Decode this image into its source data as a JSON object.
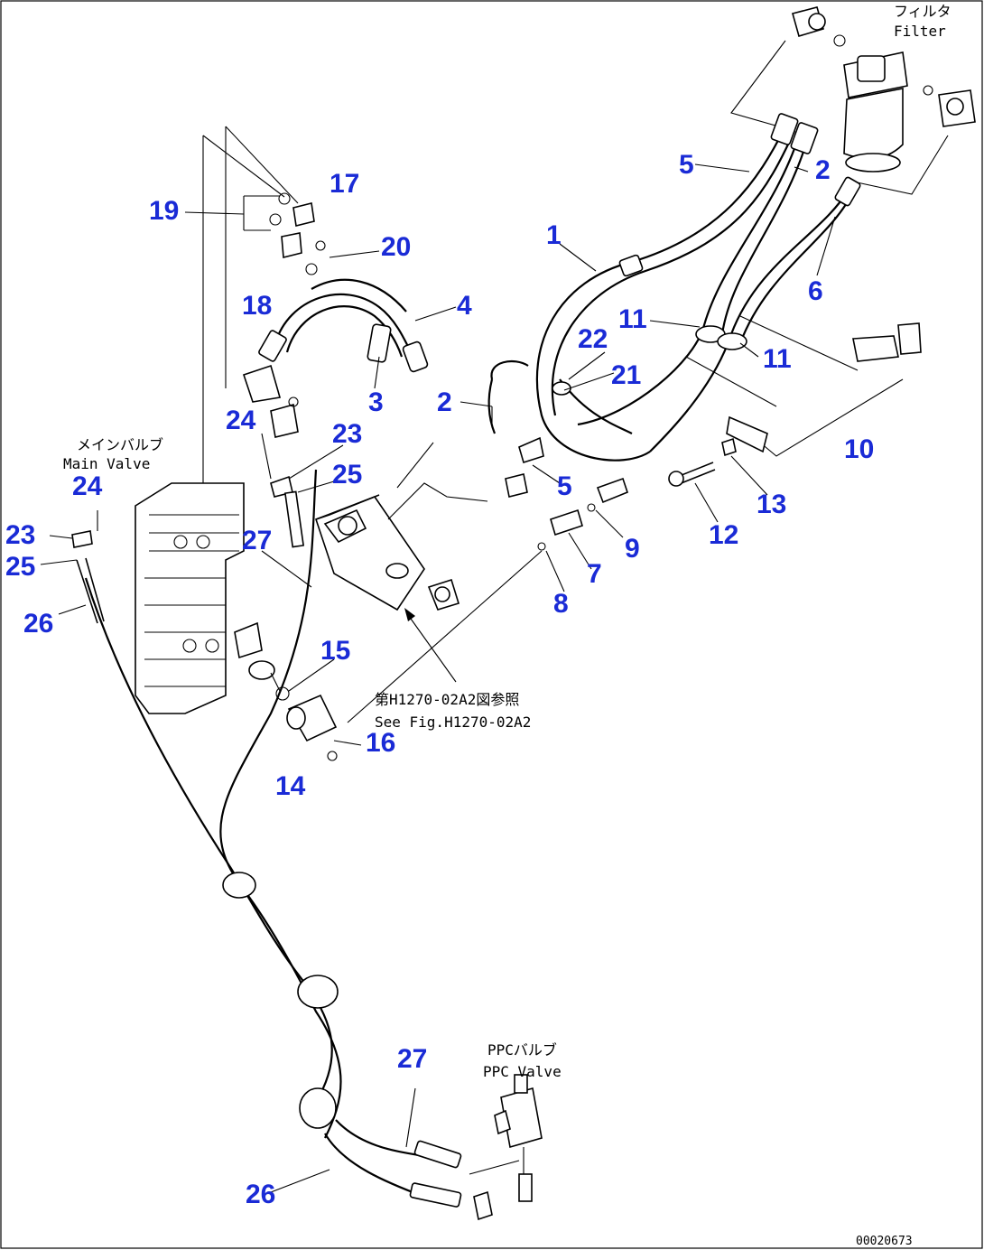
{
  "diagram": {
    "callouts": [
      {
        "id": "c1",
        "text": "1"
      },
      {
        "id": "c2a",
        "text": "2"
      },
      {
        "id": "c2b",
        "text": "2"
      },
      {
        "id": "c3",
        "text": "3"
      },
      {
        "id": "c4",
        "text": "4"
      },
      {
        "id": "c5a",
        "text": "5"
      },
      {
        "id": "c5b",
        "text": "5"
      },
      {
        "id": "c6",
        "text": "6"
      },
      {
        "id": "c7",
        "text": "7"
      },
      {
        "id": "c8",
        "text": "8"
      },
      {
        "id": "c9",
        "text": "9"
      },
      {
        "id": "c10",
        "text": "10"
      },
      {
        "id": "c11a",
        "text": "11"
      },
      {
        "id": "c11b",
        "text": "11"
      },
      {
        "id": "c12",
        "text": "12"
      },
      {
        "id": "c13",
        "text": "13"
      },
      {
        "id": "c14",
        "text": "14"
      },
      {
        "id": "c15",
        "text": "15"
      },
      {
        "id": "c16",
        "text": "16"
      },
      {
        "id": "c17",
        "text": "17"
      },
      {
        "id": "c18",
        "text": "18"
      },
      {
        "id": "c19",
        "text": "19"
      },
      {
        "id": "c20",
        "text": "20"
      },
      {
        "id": "c21",
        "text": "21"
      },
      {
        "id": "c22",
        "text": "22"
      },
      {
        "id": "c23a",
        "text": "23"
      },
      {
        "id": "c23b",
        "text": "23"
      },
      {
        "id": "c24a",
        "text": "24"
      },
      {
        "id": "c24b",
        "text": "24"
      },
      {
        "id": "c25a",
        "text": "25"
      },
      {
        "id": "c25b",
        "text": "25"
      },
      {
        "id": "c26a",
        "text": "26"
      },
      {
        "id": "c26b",
        "text": "26"
      },
      {
        "id": "c27a",
        "text": "27"
      },
      {
        "id": "c27b",
        "text": "27"
      }
    ],
    "annotations": {
      "filter_jp": "フィルタ",
      "filter_en": "Filter",
      "main_valve_jp": "メインバルブ",
      "main_valve_en": "Main Valve",
      "see_fig_jp": "第H1270-02A2図参照",
      "see_fig_en": "See Fig.H1270-02A2",
      "ppc_valve_jp": "PPCバルブ",
      "ppc_valve_en": "PPC Valve",
      "drawing_number": "00020673"
    },
    "colors": {
      "callout": "#1a2bd6",
      "line": "#000000",
      "background": "#ffffff"
    }
  }
}
